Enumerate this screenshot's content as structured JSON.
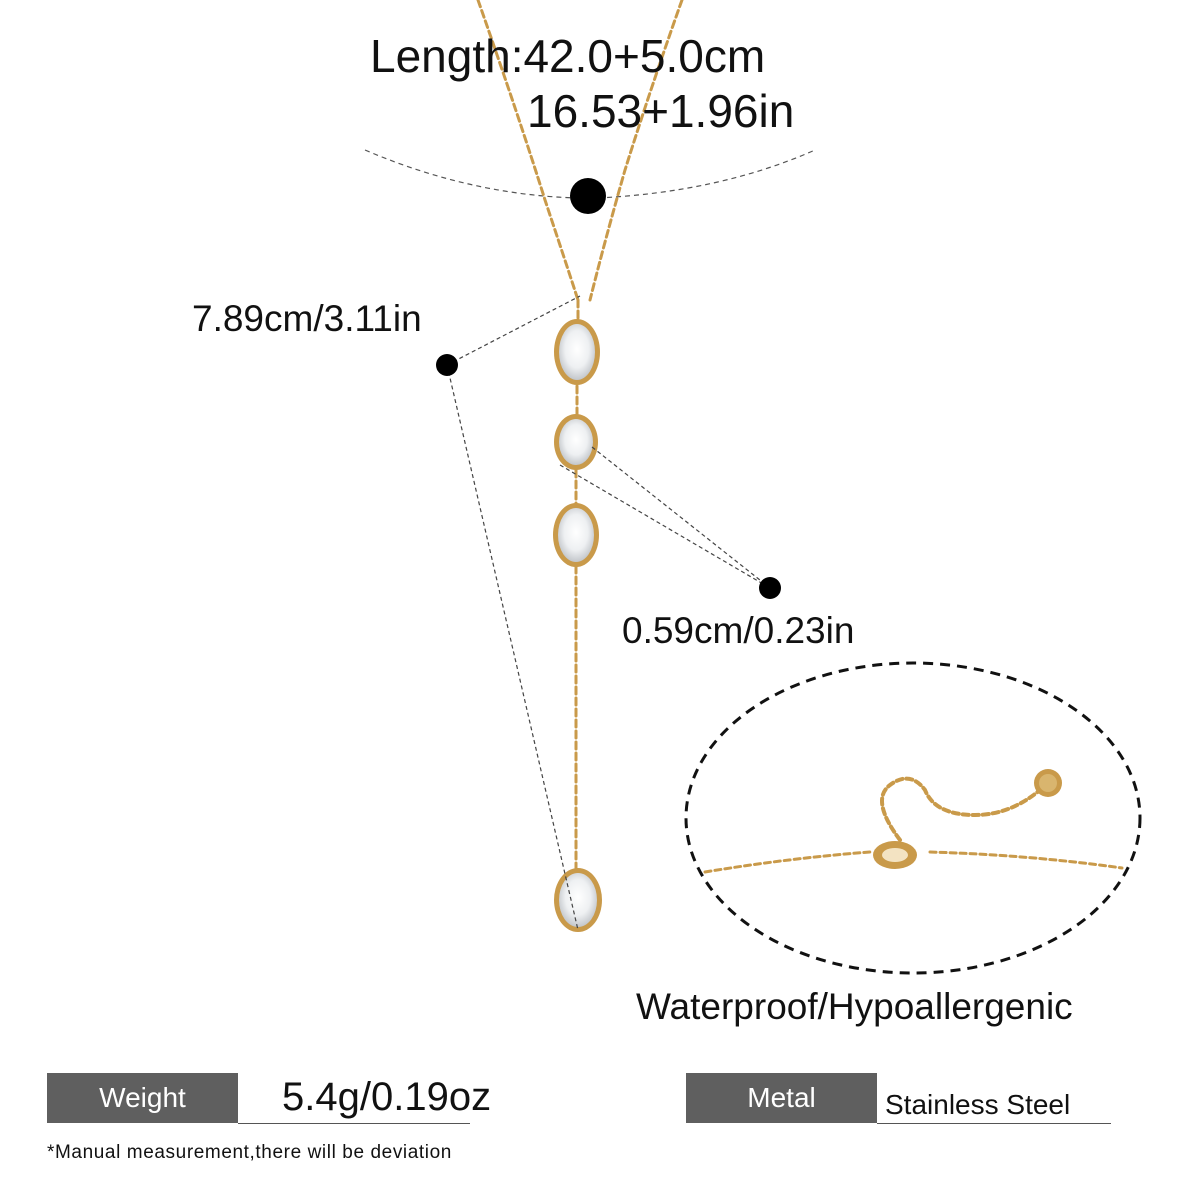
{
  "measurements": {
    "length_cm": "Length:42.0+5.0cm",
    "length_in": "16.53+1.96in",
    "pendant_length": "7.89cm/3.11in",
    "stone_size": "0.59cm/0.23in"
  },
  "features": "Waterproof/Hypoallergenic",
  "specs": {
    "weight_label": "Weight",
    "weight_value": "5.4g/0.19oz",
    "metal_label": "Metal",
    "metal_value": "Stainless Steel"
  },
  "disclaimer": "*Manual measurement,there will be deviation",
  "colors": {
    "chain_gold": "#c99a4a",
    "label_bg": "#5f5f5f",
    "marker": "#000000"
  }
}
